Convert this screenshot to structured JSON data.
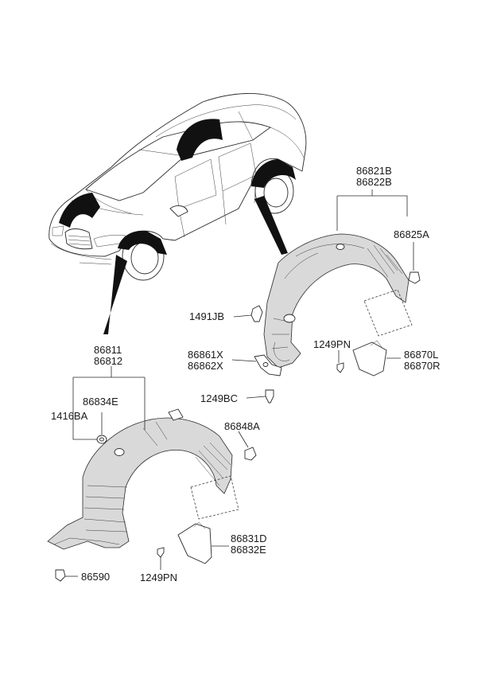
{
  "labels": {
    "rear_liner": [
      "86821B",
      "86822B"
    ],
    "rear_clip": "86825A",
    "rivet": "1491JB",
    "bracket": [
      "86861X",
      "86862X"
    ],
    "screw_rear_guard": "1249PN",
    "rear_mud_guard": [
      "86870L",
      "86870R"
    ],
    "bolt": "1249BC",
    "front_liner": [
      "86811",
      "86812"
    ],
    "front_nut": "86834E",
    "front_washer": "1416BA",
    "front_clip": "86848A",
    "front_mud_guard": [
      "86831D",
      "86832E"
    ],
    "screw_front_guard": "1249PN",
    "front_under_cover_fastener": "86590"
  },
  "icons": [
    "car-icon",
    "fender-liner-icon",
    "mud-guard-icon",
    "clip-icon",
    "screw-icon"
  ]
}
